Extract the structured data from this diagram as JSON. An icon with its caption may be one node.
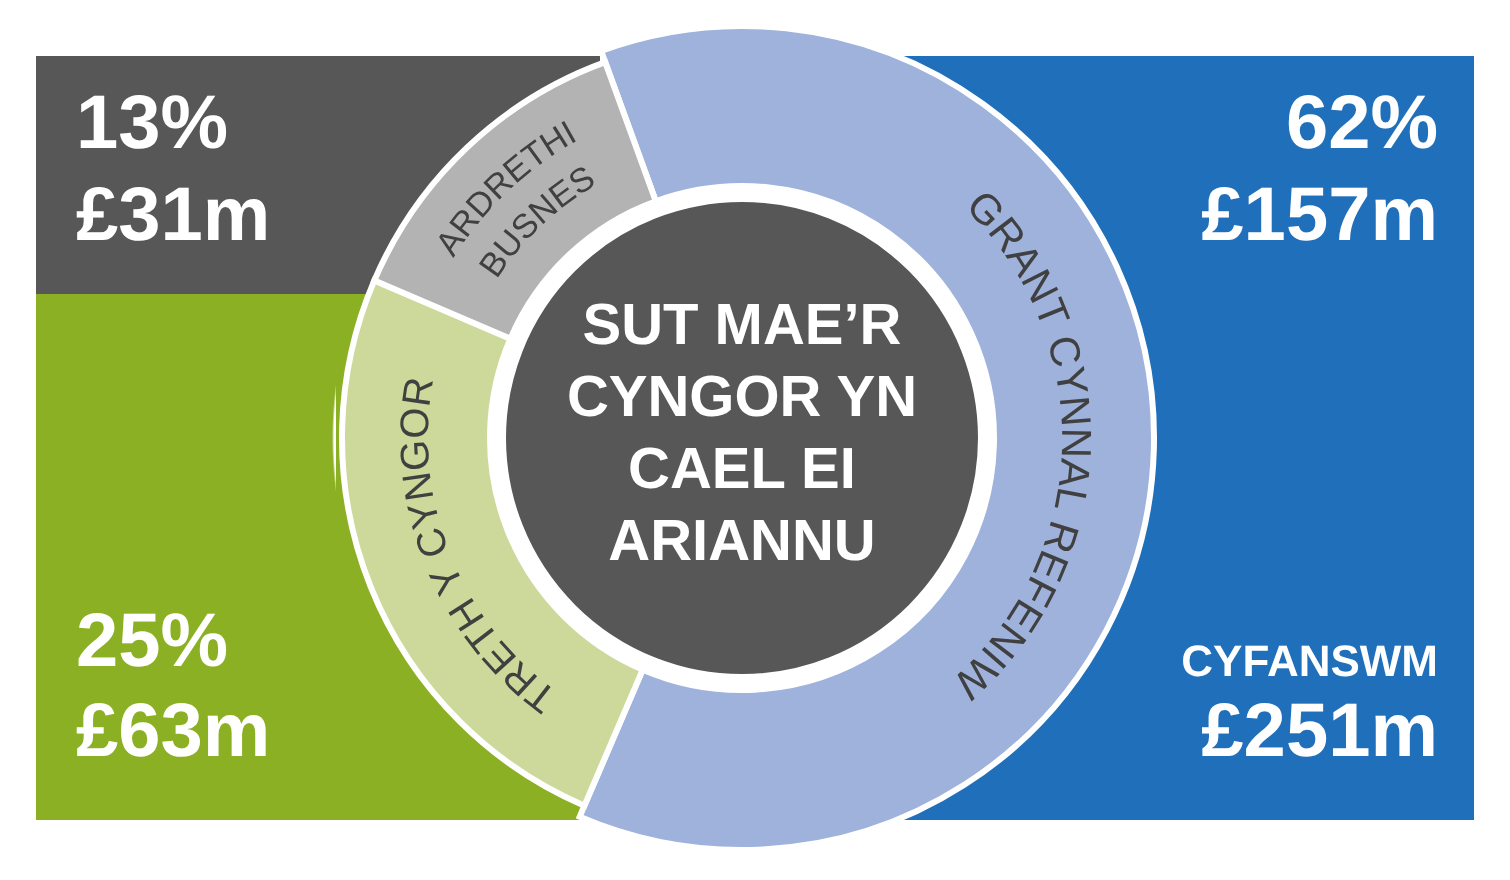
{
  "diagram": {
    "title": "SUT MAE’R CYNGOR YN CAEL EI ARIANNU",
    "nodes": [
      {
        "text": [
          "13%",
          "£31m"
        ]
      },
      {
        "text": [
          "25%",
          "£63m"
        ]
      },
      {
        "text": [
          "62%",
          "£157m",
          "CYFANSWM",
          "£251m"
        ]
      }
    ],
    "chart_data": {
      "type": "donut",
      "categories": [
        "GRANT CYNNAL REFENIW",
        "TRETH Y CYNGOR",
        "ARDRETHI BUSNES"
      ],
      "values": [
        62,
        25,
        13
      ]
    }
  }
}
